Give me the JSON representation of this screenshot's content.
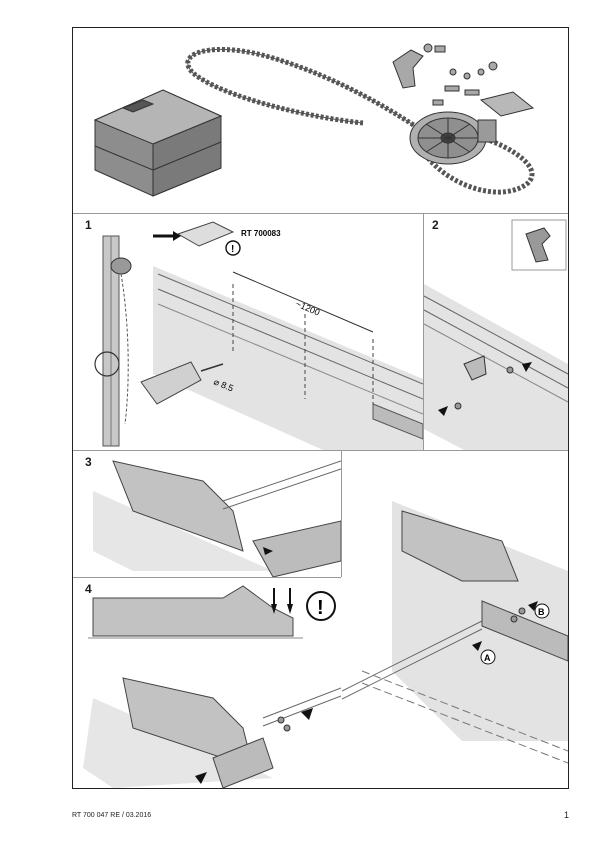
{
  "steps": {
    "s1": "1",
    "s2": "2",
    "s3": "3",
    "s4": "4"
  },
  "step1": {
    "part_number": "RT 700083",
    "distance": "~1200",
    "drill_size": "8.5"
  },
  "step4": {
    "callout_a": "A",
    "callout_b": "B"
  },
  "footer": {
    "doc_ref": "RT 700 047  RE / 03.2016",
    "page_number": "1"
  },
  "icons": [
    "attention-icon",
    "arrow-icon",
    "drill-icon",
    "bracket-icon"
  ]
}
